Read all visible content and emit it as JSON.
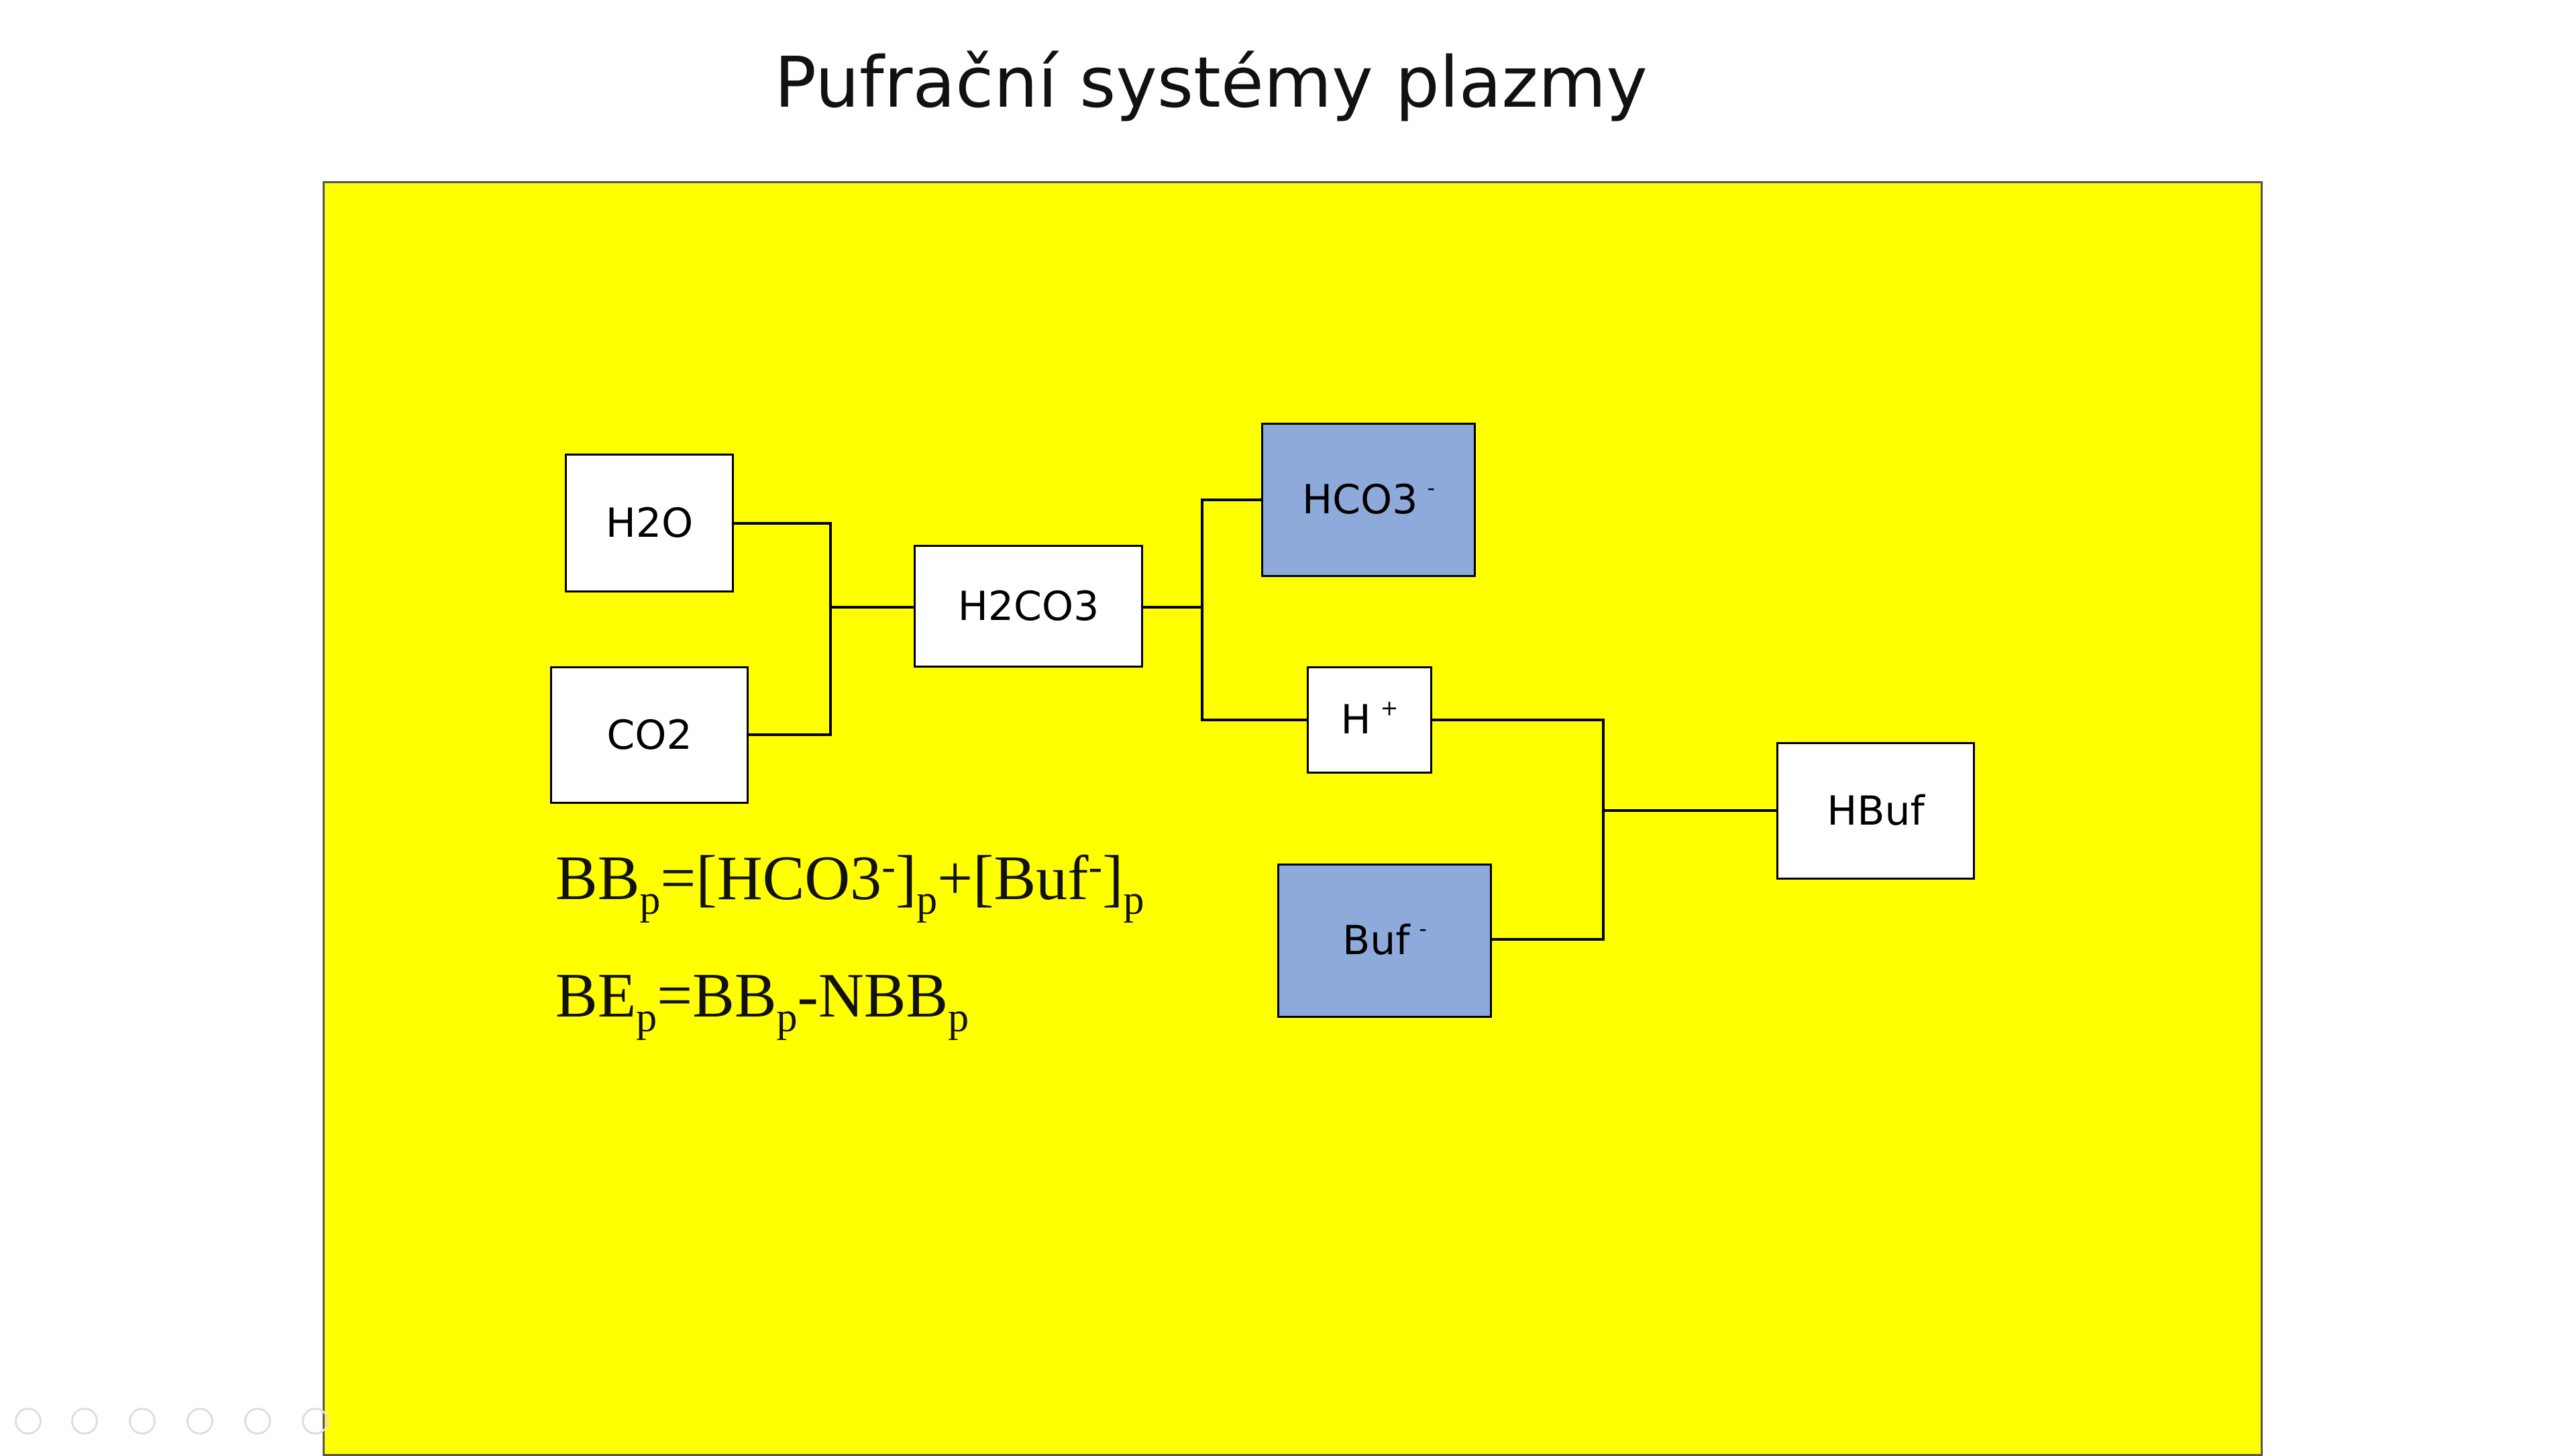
{
  "slide": {
    "title": "Pufrační systémy plazmy",
    "panel_color": "#ffff00",
    "node_white_color": "#ffffff",
    "node_blue_color": "#8eaadb"
  },
  "diagram": {
    "nodes": {
      "h2o": {
        "label": "H2O",
        "sup": ""
      },
      "co2": {
        "label": "CO2",
        "sup": ""
      },
      "h2co3": {
        "label": "H2CO3",
        "sup": ""
      },
      "hco3": {
        "label": "HCO3",
        "sup": "-"
      },
      "hplus": {
        "label": "H",
        "sup": "+"
      },
      "buf": {
        "label": "Buf",
        "sup": "-"
      },
      "hbuf": {
        "label": "HBuf",
        "sup": ""
      }
    }
  },
  "formulas": {
    "bb": {
      "a": "BB",
      "a_sub": "p",
      "b": "=[HCO3",
      "b_sup": "-",
      "c": "]",
      "c_sub": "p",
      "d": "+[Buf",
      "d_sup": "-",
      "e": "]",
      "e_sub": "p"
    },
    "be": {
      "a": "BE",
      "a_sub": "p",
      "b": "=BB",
      "b_sub": "p",
      "c": "-NBB",
      "c_sub": "p"
    }
  },
  "navigation": {
    "buttons": [
      "previous-icon",
      "next-icon",
      "pen-icon",
      "slides-icon",
      "zoom-icon",
      "more-icon"
    ]
  }
}
